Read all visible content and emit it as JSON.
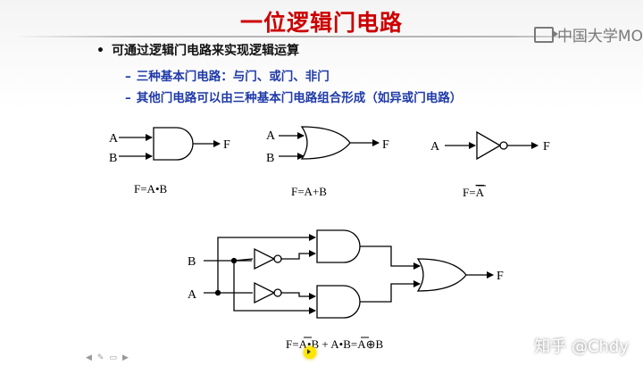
{
  "slide": {
    "title": "一位逻辑门电路",
    "bullet": "可通过逻辑门电路来实现逻辑运算",
    "sub_items": [
      "三种基本门电路：与门、或门、非门",
      "其他门电路可以由三种基本门电路组合形成（如异或门电路）"
    ]
  },
  "gates": {
    "and": {
      "in_a": "A",
      "in_b": "B",
      "out": "F",
      "formula": "F=A•B"
    },
    "or": {
      "in_a": "A",
      "in_b": "B",
      "out": "F",
      "formula": "F=A+B"
    },
    "not": {
      "in": "A",
      "out": "F",
      "formula_prefix": "F=",
      "formula_bar": "A"
    }
  },
  "xor": {
    "in_b": "B",
    "in_a": "A",
    "out": "F",
    "formula": {
      "p1": "F=",
      "bar1": "A",
      "p2": "•B + A•",
      "bar2": "B",
      "p3": "=A⊕B"
    }
  },
  "watermarks": {
    "top_right": "中国大学MO",
    "bottom_right": "知乎 @Chdy"
  },
  "toolbar": {
    "icons": [
      "arrow-left-icon",
      "pen-icon",
      "slides-icon",
      "arrow-right-icon"
    ]
  },
  "colors": {
    "title": "#cc0000",
    "sub_items": "#1f3aa8"
  }
}
